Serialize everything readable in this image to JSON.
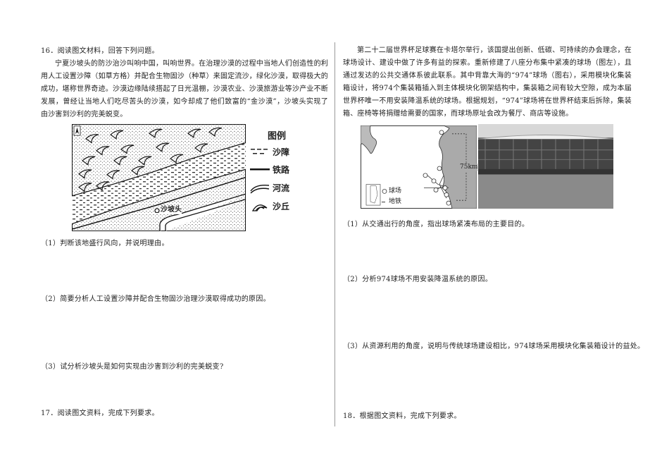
{
  "left": {
    "q16": {
      "title": "16．阅读图文材料，回答下列问题。",
      "passage": "宁夏沙坡头的防沙治沙叫响中国，叫响世界。在治理沙漠的过程中当地人们创造性的利用人工设置沙障（如草方格）并配合生物固沙（种草）来固定流沙，绿化沙漠，取得极大的成功，堪称世界奇迹。沙漠边缘陆续搭起了日光温棚，沙漠农业、沙漠旅游业等沙产业不断发展，曾经让当地人们吃尽苦头的沙漠，如今却成了他们致富的“金沙漠”，沙坡头实现了由沙害到沙利的完美蜕变。",
      "figure": {
        "north_label": "N",
        "place_label": "沙坡头",
        "legend_title": "图例",
        "legend": [
          {
            "icon": "sand-barrier-symbol",
            "label": "沙障"
          },
          {
            "icon": "railway-symbol",
            "label": "铁路"
          },
          {
            "icon": "river-symbol",
            "label": "河流"
          },
          {
            "icon": "sand-dune-symbol",
            "label": "沙丘"
          }
        ]
      },
      "questions": [
        "（1）判断该地盛行风向，并说明理由。",
        "（2）简要分析人工设置沙障并配合生物固沙治理沙漠取得成功的原因。",
        "（3）试分析沙坡头是如何实现由沙害到沙利的完美蜕变?"
      ]
    },
    "q17": {
      "title": "17．阅读图文资料，完成下列要求。"
    }
  },
  "right": {
    "passage": "第二十二届世界杯足球赛在卡塔尔举行，该国提出创新、低碳、可持续的办会理念，在球场设计、建设中做了许多有益的探索。重新修建了八座分布集中紧凑的球场（图左），且通过发达的公共交通体系彼此联系。其中背靠大海的“974”球场（图右），采用模块化集装箱设计，将974个集装箱插入到主体模块化钢架结构中，集装箱之间有较大空隙，成为本届世界杯唯一不用安装降温系统的球场。根据规划，“974”球场将在世界杯结束后拆除，集装箱、座椅等将捐赠给需要的国家，而球场原址会改为餐厅、商店等设施。",
    "map": {
      "scale_label": "75km",
      "legend": [
        {
          "icon": "stadium-icon",
          "label": "球场"
        },
        {
          "icon": "metro-line-icon",
          "label": "地铁"
        }
      ]
    },
    "questions": [
      "（1）从交通出行的角度，指出球场紧凑布局的主要目的。",
      "（2）分析974球场不用安装降温系统的原因。",
      "（3）从资源利用的角度，说明与传统球场建设相比，974球场采用模块化集装箱设计的益处。"
    ],
    "q18": {
      "title": "18．根据图文资料，完成下列要求。"
    }
  }
}
